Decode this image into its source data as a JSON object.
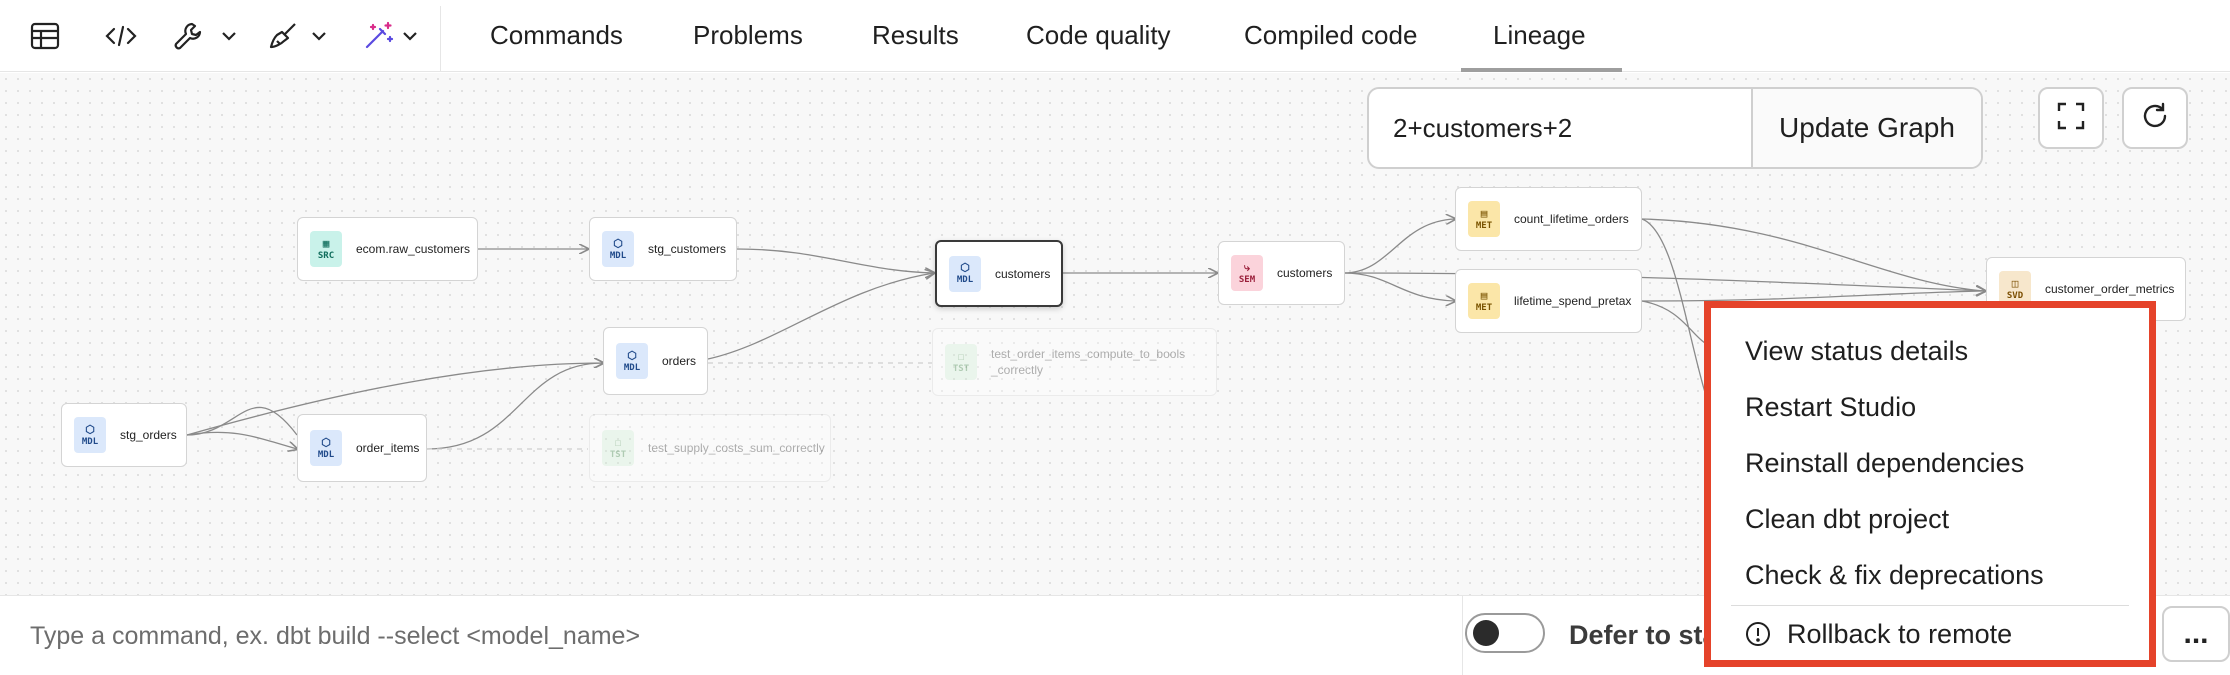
{
  "toolbar": {
    "icons": [
      "table-icon",
      "code-icon",
      "wrench-icon",
      "broom-icon",
      "magic-wand-icon",
      "chevron-down-icon"
    ],
    "tabs": [
      {
        "label": "Commands"
      },
      {
        "label": "Problems"
      },
      {
        "label": "Results"
      },
      {
        "label": "Code quality"
      },
      {
        "label": "Compiled code"
      },
      {
        "label": "Lineage",
        "active": true
      }
    ]
  },
  "graph": {
    "selector_value": "2+customers+2",
    "update_button": "Update Graph",
    "nodes": [
      {
        "id": "raw_customers",
        "badge": "SRC",
        "label": "ecom.raw_customers"
      },
      {
        "id": "stg_customers",
        "badge": "MDL",
        "label": "stg_customers"
      },
      {
        "id": "customers_model",
        "badge": "MDL",
        "label": "customers",
        "selected": true
      },
      {
        "id": "customers_semantic",
        "badge": "SEM",
        "label": "customers"
      },
      {
        "id": "count_lifetime_orders",
        "badge": "MET",
        "label": "count_lifetime_orders"
      },
      {
        "id": "lifetime_spend_pretax",
        "badge": "MET",
        "label": "lifetime_spend_pretax"
      },
      {
        "id": "customer_order_metrics",
        "badge": "SVD",
        "label": "customer_order_metrics"
      },
      {
        "id": "orders",
        "badge": "MDL",
        "label": "orders"
      },
      {
        "id": "test_order_items",
        "badge": "TST",
        "label": "test_order_items_compute_to_bools _correctly"
      },
      {
        "id": "stg_orders",
        "badge": "MDL",
        "label": "stg_orders"
      },
      {
        "id": "order_items",
        "badge": "MDL",
        "label": "order_items"
      },
      {
        "id": "test_supply_costs",
        "badge": "TST",
        "label": "test_supply_costs_sum_correctly"
      }
    ],
    "icons": [
      "fullscreen-icon",
      "refresh-icon"
    ]
  },
  "command_bar": {
    "placeholder": "Type a command, ex. dbt build --select <model_name>",
    "defer_label": "Defer to sta",
    "more_label": "..."
  },
  "menu": {
    "items": [
      {
        "label": "View status details"
      },
      {
        "label": "Restart Studio"
      },
      {
        "label": "Reinstall dependencies"
      },
      {
        "label": "Clean dbt project"
      },
      {
        "label": "Check & fix deprecations"
      }
    ],
    "rollback": {
      "label": "Rollback to remote",
      "icon": "alert-circle-icon"
    }
  },
  "colors": {
    "highlight": "#e5432a",
    "active_tab": "#9e9e9e"
  }
}
